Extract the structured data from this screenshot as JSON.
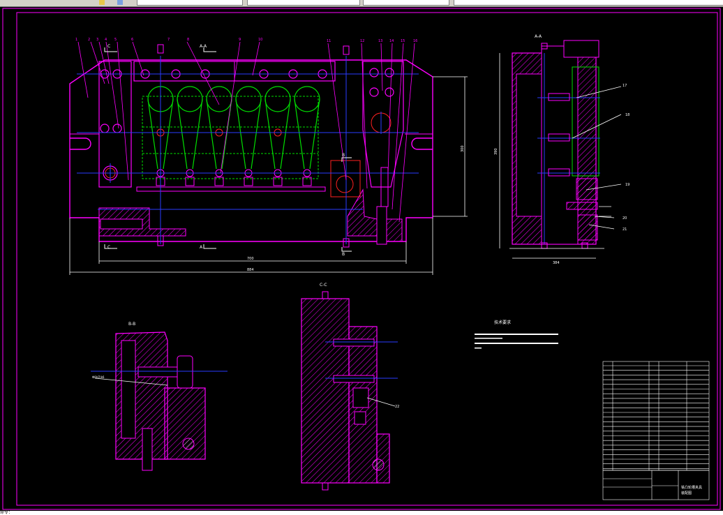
{
  "colors": {
    "magenta": "#ff00ff",
    "blue": "#2a3cff",
    "green": "#00dd00",
    "red": "#ff2020",
    "white": "#ffffff",
    "yellow": "#ffff00"
  },
  "sections": {
    "aa": "A-A",
    "bb": "B-B",
    "cc": "C-C"
  },
  "tech_title": "技术要求",
  "title_block": {
    "name": "铣凸轮槽夹具",
    "sub": "装配图"
  },
  "dims": {
    "main_width": "700",
    "overall": "884",
    "height": "300",
    "side_width": "384",
    "side_height": "390"
  },
  "cmdline": "命令："
}
